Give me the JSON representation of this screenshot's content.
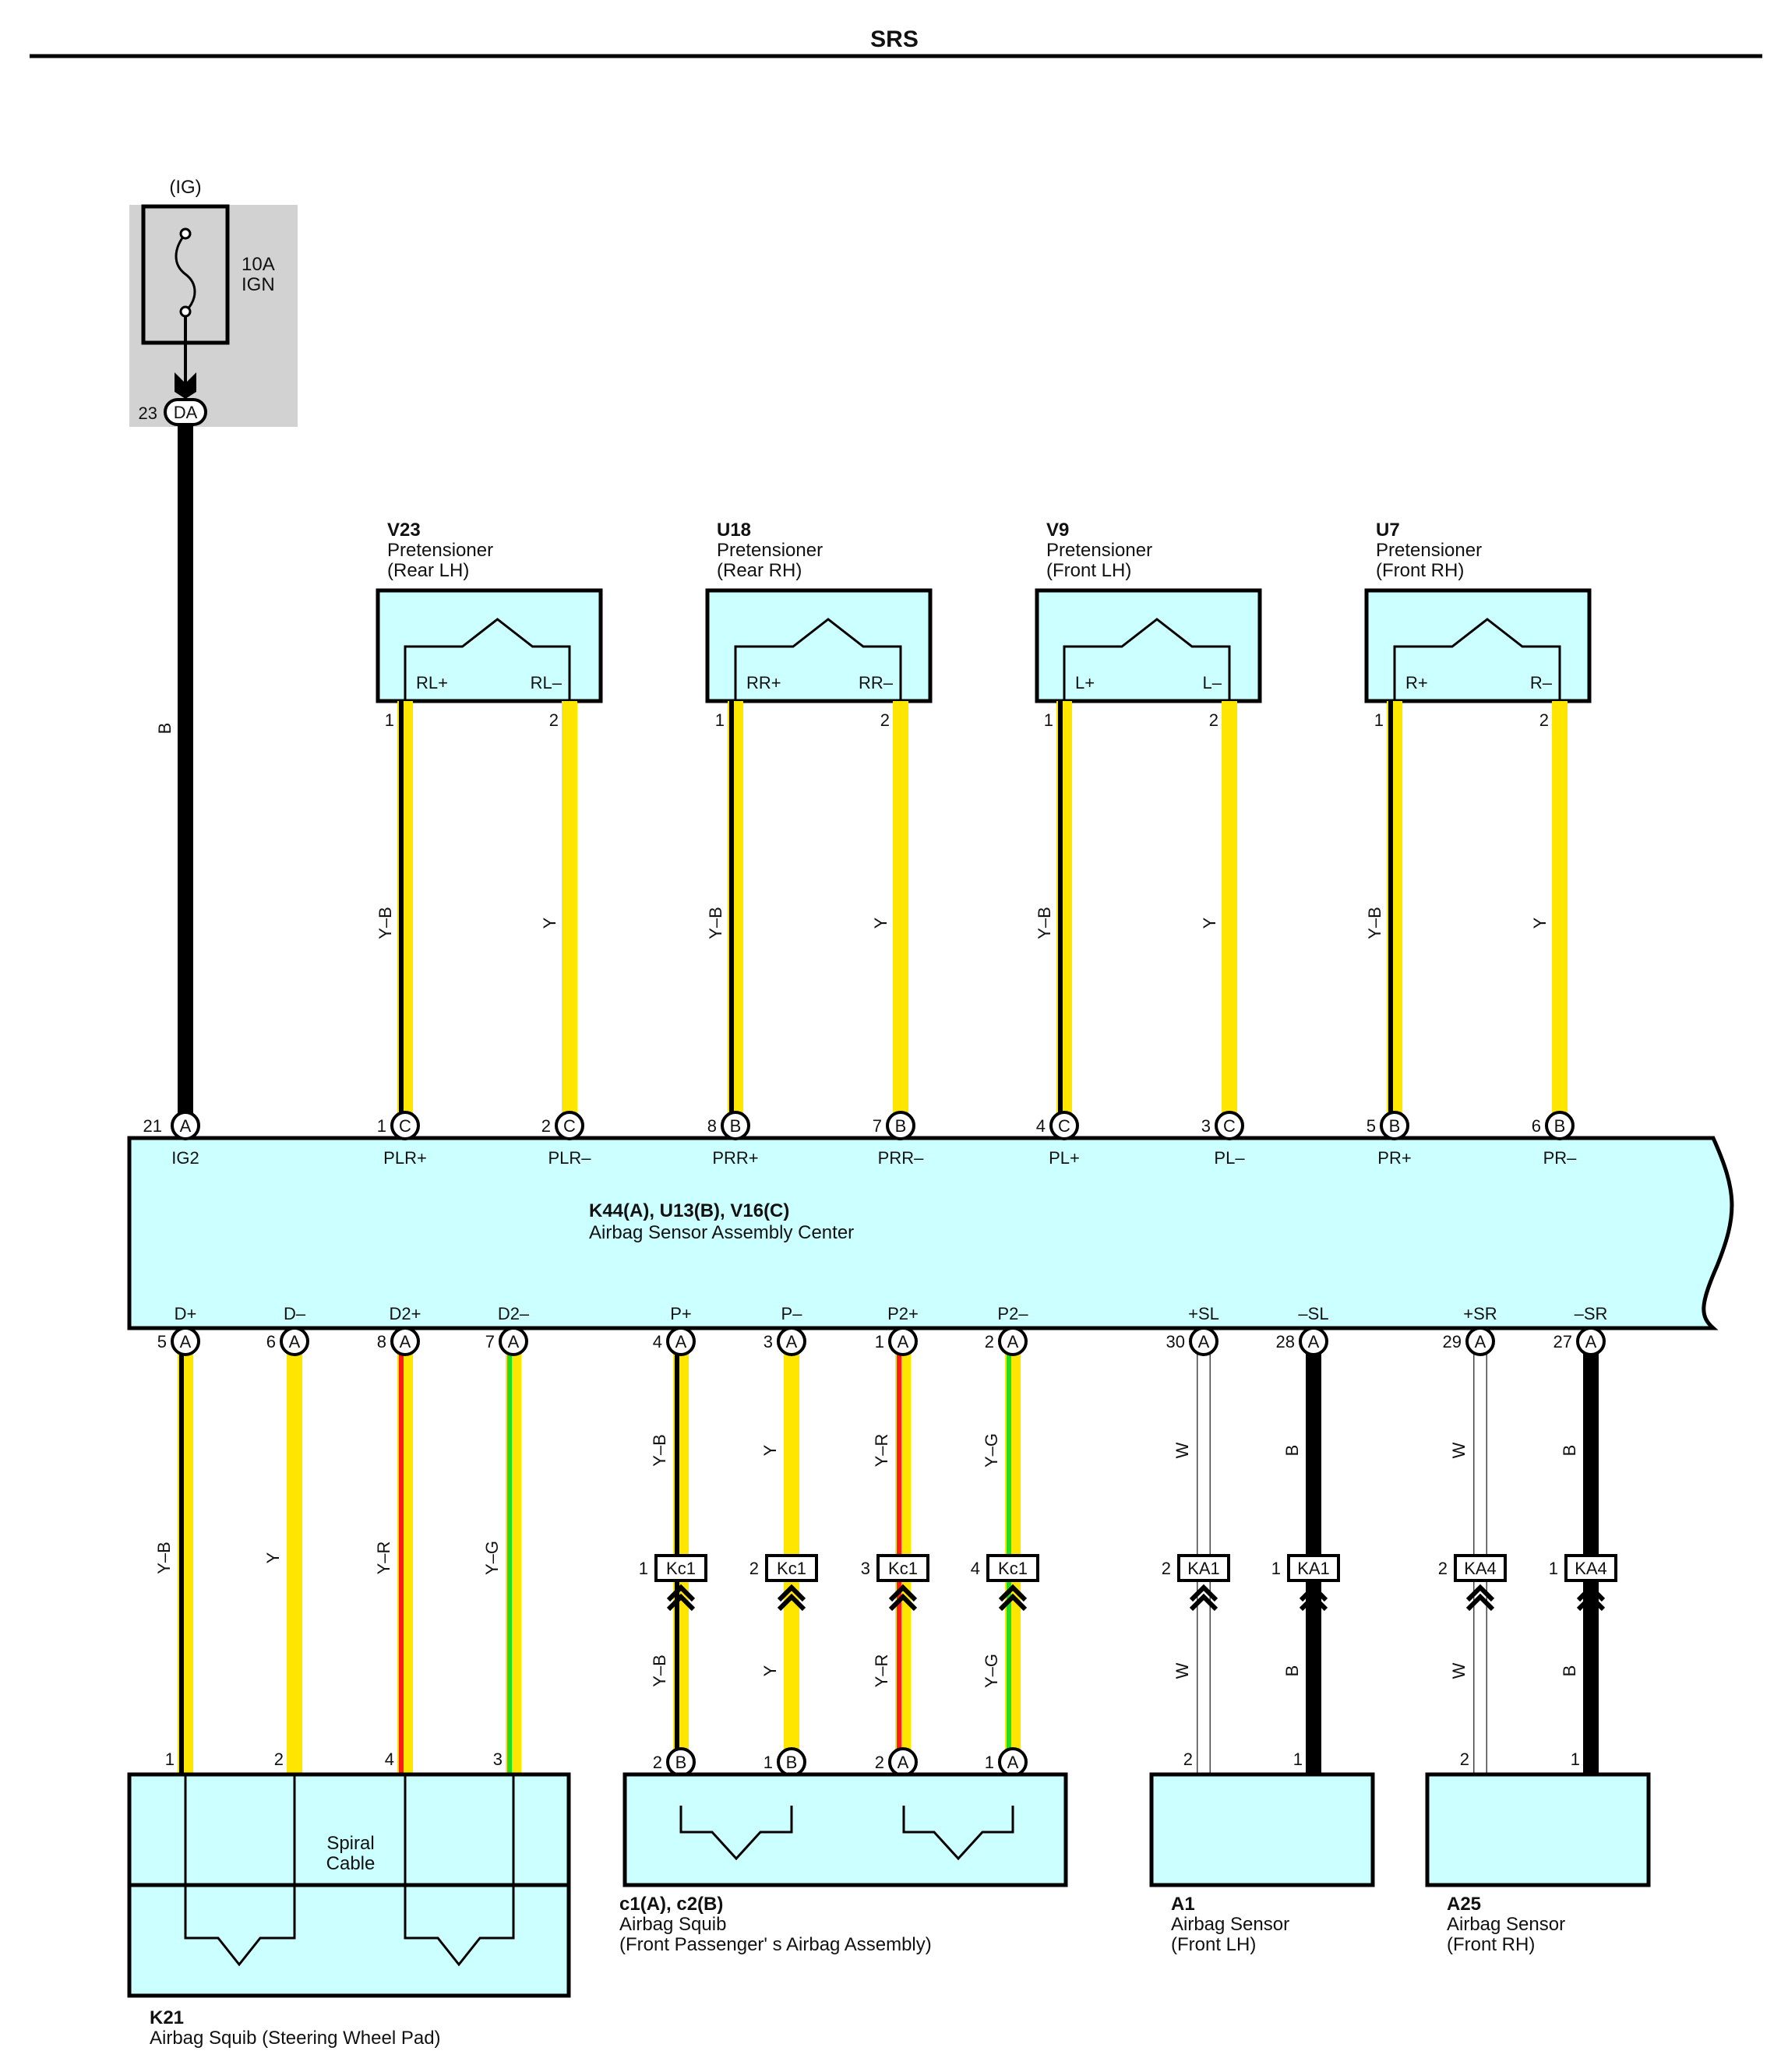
{
  "page_title": "SRS",
  "fuse": {
    "ig": "(IG)",
    "rating": "10A",
    "name": "IGN",
    "pin": "23",
    "connector": "DA",
    "wire": "B"
  },
  "center": {
    "title": "K44(A), U13(B), V16(C)",
    "subtitle": "Airbag Sensor Assembly Center",
    "ig2_pin": {
      "num": "21",
      "conn": "A",
      "label": "IG2"
    },
    "top_pins": [
      {
        "num": "1",
        "conn": "C",
        "label": "PLR+"
      },
      {
        "num": "2",
        "conn": "C",
        "label": "PLR–"
      },
      {
        "num": "8",
        "conn": "B",
        "label": "PRR+"
      },
      {
        "num": "7",
        "conn": "B",
        "label": "PRR–"
      },
      {
        "num": "4",
        "conn": "C",
        "label": "PL+"
      },
      {
        "num": "3",
        "conn": "C",
        "label": "PL–"
      },
      {
        "num": "5",
        "conn": "B",
        "label": "PR+"
      },
      {
        "num": "6",
        "conn": "B",
        "label": "PR–"
      }
    ],
    "bottom_pins": [
      {
        "num": "5",
        "conn": "A",
        "label": "D+"
      },
      {
        "num": "6",
        "conn": "A",
        "label": "D–"
      },
      {
        "num": "8",
        "conn": "A",
        "label": "D2+"
      },
      {
        "num": "7",
        "conn": "A",
        "label": "D2–"
      },
      {
        "num": "4",
        "conn": "A",
        "label": "P+"
      },
      {
        "num": "3",
        "conn": "A",
        "label": "P–"
      },
      {
        "num": "1",
        "conn": "A",
        "label": "P2+"
      },
      {
        "num": "2",
        "conn": "A",
        "label": "P2–"
      },
      {
        "num": "30",
        "conn": "A",
        "label": "+SL"
      },
      {
        "num": "28",
        "conn": "A",
        "label": "–SL"
      },
      {
        "num": "29",
        "conn": "A",
        "label": "+SR"
      },
      {
        "num": "27",
        "conn": "A",
        "label": "–SR"
      }
    ]
  },
  "pretensioners": [
    {
      "code": "V23",
      "name": "Pretensioner",
      "pos": "(Rear LH)",
      "plus": "RL+",
      "minus": "RL–",
      "pin_plus": "1",
      "pin_minus": "2",
      "wire_plus": "Y–B",
      "wire_minus": "Y"
    },
    {
      "code": "U18",
      "name": "Pretensioner",
      "pos": "(Rear RH)",
      "plus": "RR+",
      "minus": "RR–",
      "pin_plus": "1",
      "pin_minus": "2",
      "wire_plus": "Y–B",
      "wire_minus": "Y"
    },
    {
      "code": "V9",
      "name": "Pretensioner",
      "pos": "(Front LH)",
      "plus": "L+",
      "minus": "L–",
      "pin_plus": "1",
      "pin_minus": "2",
      "wire_plus": "Y–B",
      "wire_minus": "Y"
    },
    {
      "code": "U7",
      "name": "Pretensioner",
      "pos": "(Front RH)",
      "plus": "R+",
      "minus": "R–",
      "pin_plus": "1",
      "pin_minus": "2",
      "wire_plus": "Y–B",
      "wire_minus": "Y"
    }
  ],
  "wire_colors": {
    "B": "#000000",
    "Y": "#ffe600",
    "R": "#ff1a1a",
    "G": "#22dd22",
    "W": "#ffffff",
    "box_fill": "#ccffff",
    "shade": "#d2d2d2"
  },
  "k21": {
    "code": "K21",
    "name": "Airbag Squib (Steering Wheel Pad)",
    "cable": [
      "Spiral",
      "Cable"
    ],
    "wires": [
      {
        "label": "D+",
        "pin": "1",
        "wire": "Y–B"
      },
      {
        "label": "D–",
        "pin": "2",
        "wire": "Y"
      },
      {
        "label": "D2+",
        "pin": "4",
        "wire": "Y–R"
      },
      {
        "label": "D2–",
        "pin": "3",
        "wire": "Y–G"
      }
    ]
  },
  "kc1_connectors": [
    {
      "pin": "1",
      "name": "Kc1",
      "wire_top": "Y–B",
      "wire_bottom": "Y–B"
    },
    {
      "pin": "2",
      "name": "Kc1",
      "wire_top": "Y",
      "wire_bottom": "Y"
    },
    {
      "pin": "3",
      "name": "Kc1",
      "wire_top": "Y–R",
      "wire_bottom": "Y–R"
    },
    {
      "pin": "4",
      "name": "Kc1",
      "wire_top": "Y–G",
      "wire_bottom": "Y–G"
    }
  ],
  "ka_connectors": [
    {
      "pin": "2",
      "name": "KA1",
      "wire": "W"
    },
    {
      "pin": "1",
      "name": "KA1",
      "wire": "B"
    },
    {
      "pin": "2",
      "name": "KA4",
      "wire": "W"
    },
    {
      "pin": "1",
      "name": "KA4",
      "wire": "B"
    }
  ],
  "passenger": {
    "code": "c1(A), c2(B)",
    "name": "Airbag Squib",
    "desc": "(Front Passenger' s Airbag Assembly)",
    "pins": [
      {
        "num": "2",
        "conn": "B",
        "label": "P+"
      },
      {
        "num": "1",
        "conn": "B",
        "label": "P–"
      },
      {
        "num": "2",
        "conn": "A",
        "label": "P2+"
      },
      {
        "num": "1",
        "conn": "A",
        "label": "P2–"
      }
    ]
  },
  "sensors": [
    {
      "code": "A1",
      "name": "Airbag Sensor",
      "pos": "(Front LH)",
      "plus": "+SL",
      "minus": "–SL",
      "pin_plus": "2",
      "pin_minus": "1"
    },
    {
      "code": "A25",
      "name": "Airbag Sensor",
      "pos": "(Front RH)",
      "plus": "+SR",
      "minus": "–SR",
      "pin_plus": "2",
      "pin_minus": "1"
    }
  ]
}
